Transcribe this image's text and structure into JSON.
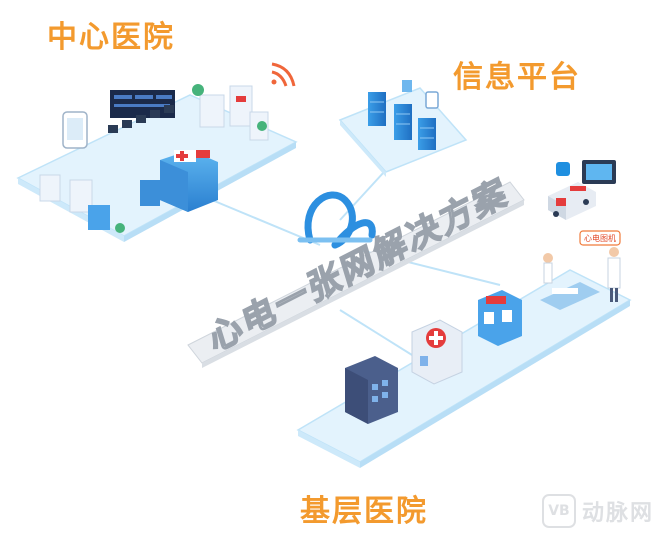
{
  "titles": {
    "center_hospital": "中心医院",
    "info_platform": "信息平台",
    "grassroots_hospital": "基层医院"
  },
  "banner": {
    "text": "心电一张网解决方案"
  },
  "labels": {
    "ecg_machine": "心电图机"
  },
  "watermark": {
    "logo": "VB",
    "text": "动脉网"
  },
  "colors": {
    "title_orange": "#f39a2e",
    "platform_blue": "#e3f3fd",
    "accent_blue": "#2c8fe0",
    "line_blue": "#bfe3f8",
    "red_cross": "#e43c3c"
  }
}
